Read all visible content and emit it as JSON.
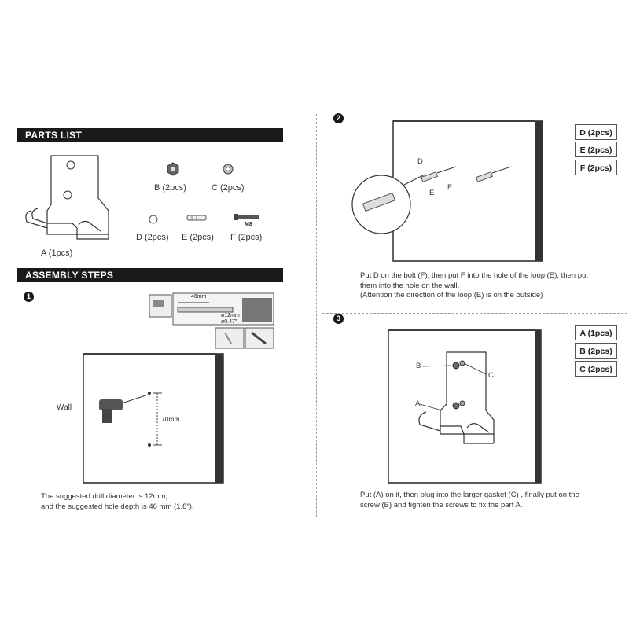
{
  "parts_list": {
    "title": "PARTS LIST",
    "parts": [
      {
        "id": "A",
        "label": "A (1pcs)"
      },
      {
        "id": "B",
        "label": "B (2pcs)"
      },
      {
        "id": "C",
        "label": "C (2pcs)"
      },
      {
        "id": "D",
        "label": "D (2pcs)"
      },
      {
        "id": "E",
        "label": "E (2pcs)"
      },
      {
        "id": "F",
        "label": "F (2pcs)",
        "spec": "M8"
      }
    ]
  },
  "assembly": {
    "title": "ASSEMBLY STEPS",
    "step1": {
      "number": "1",
      "wall_label": "Wall",
      "distance": "70mm",
      "depth_label": "46mm",
      "bit_label": "ø12mm",
      "bit_label_in": "ø0.47\"",
      "caption_line1": "The suggested drill diameter is 12mm,",
      "caption_line2": "and the suggested hole depth is 46 mm (1.8\")."
    },
    "step2": {
      "number": "2",
      "callouts": [
        "D",
        "E",
        "F"
      ],
      "qty": [
        "D (2pcs)",
        "E (2pcs)",
        "F (2pcs)"
      ],
      "caption_line1": "Put D on the bolt (F), then put F into the hole of the loop (E), then put",
      "caption_line2": "them into the hole on the wall.",
      "caption_line3": "(Attention the direction of the loop (E) is on the outside)"
    },
    "step3": {
      "number": "3",
      "callouts": [
        "B",
        "C",
        "A"
      ],
      "qty": [
        "A (1pcs)",
        "B (2pcs)",
        "C (2pcs)"
      ],
      "caption_line1": "Put (A) on it, then plug into the larger gasket  (C) , finally put on the",
      "caption_line2": "screw (B) and tighten the screws to  fix the part A."
    }
  }
}
